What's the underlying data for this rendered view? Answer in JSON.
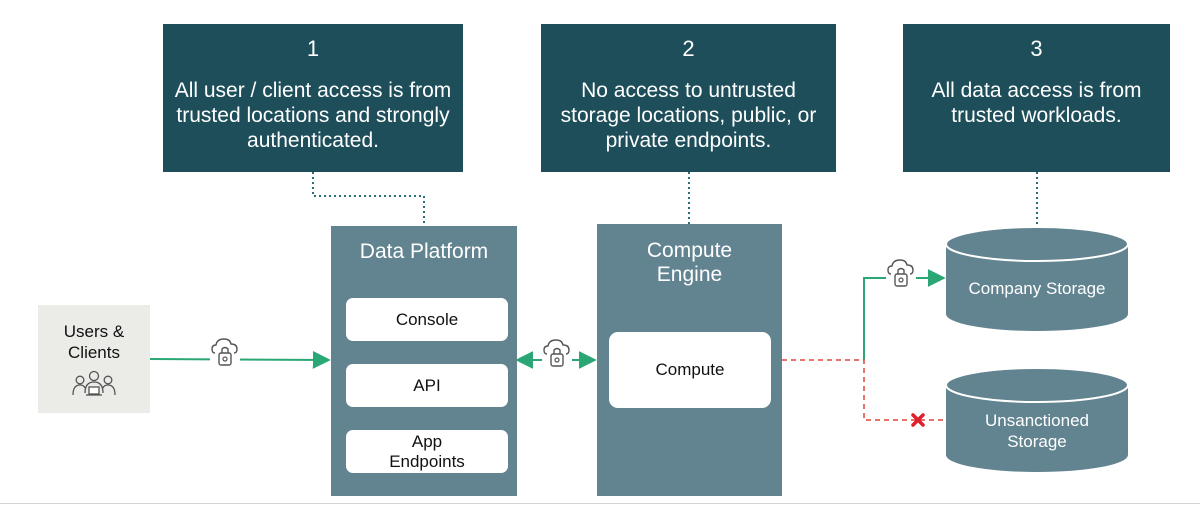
{
  "callouts": [
    {
      "number": "1",
      "text": "All user / client access is from trusted locations and strongly authenticated."
    },
    {
      "number": "2",
      "text": "No access to untrusted storage locations, public, or private endpoints."
    },
    {
      "number": "3",
      "text": "All data access is from trusted workloads."
    }
  ],
  "users": {
    "label": "Users & Clients",
    "icon": "users-group-icon"
  },
  "data_platform": {
    "title": "Data Platform",
    "items": [
      "Console",
      "API",
      "App Endpoints"
    ]
  },
  "compute_engine": {
    "title": "Compute Engine",
    "inner": "Compute"
  },
  "storage": {
    "company": "Company Storage",
    "unsanctioned": "Unsanctioned Storage"
  },
  "icons": {
    "secure_link": "cloud-lock-icon",
    "blocked": "blocked-x-icon"
  },
  "colors": {
    "callout_bg": "#1d4e5a",
    "panel_bg": "#628390",
    "storage_bg": "#628390",
    "allowed_line": "#2aa774",
    "blocked_line": "#e0443c",
    "dotted_line": "#2b6e78"
  }
}
